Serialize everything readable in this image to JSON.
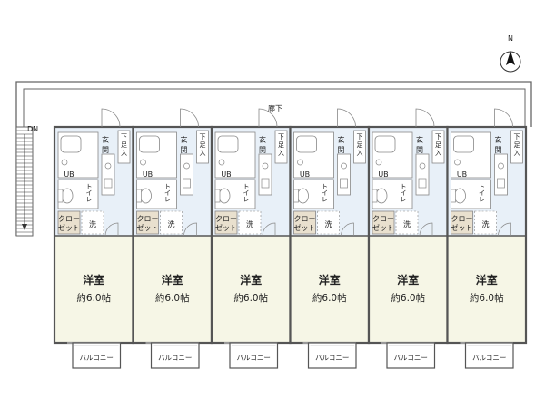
{
  "compass": {
    "north_label": "N",
    "icon": "compass-icon"
  },
  "corridor": {
    "label": "廊下"
  },
  "stairs": {
    "label": "DN",
    "icon": "stairs-icon"
  },
  "unit_labels": {
    "room_name": "洋室",
    "room_size": "約6.0帖",
    "unit_bath": "UB",
    "toilet": "トイレ",
    "closet_line1": "クロー",
    "closet_line2": "ゼット",
    "laundry": "洗",
    "entrance": "玄関",
    "shoe_box": "下足入",
    "balcony": "バルコニー"
  },
  "unit_count": 6,
  "colors": {
    "room_fill": "#f6f6e6",
    "service_fill": "#e8f0f8",
    "closet_fill": "#e9e0ce",
    "wall": "#555555",
    "line": "#888888"
  }
}
